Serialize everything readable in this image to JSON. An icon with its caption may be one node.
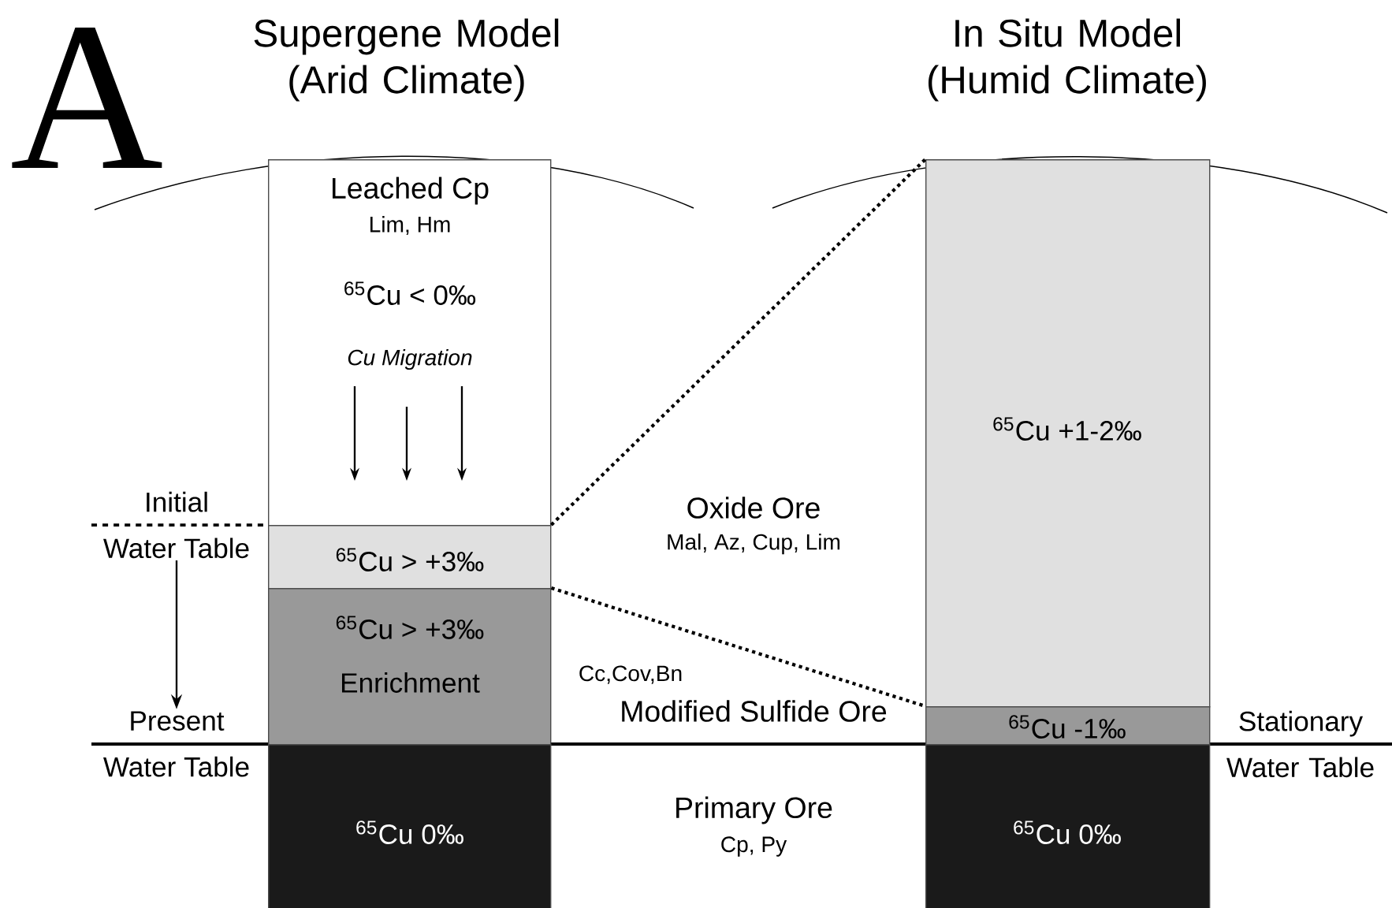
{
  "diagram": {
    "nodes": [
      {
        "text": [
          "Leached Cp",
          "Lim, Hm",
          "$^{65}$Cu < 0‰",
          "Cu Migration"
        ]
      },
      {
        "text": [
          "$^{65}$Cu > +3‰"
        ]
      },
      {
        "text": [
          "$^{65}$Cu > +3‰",
          "Enrichment"
        ]
      },
      {
        "text": [
          "$^{65}$Cu 0‰"
        ]
      },
      {
        "text": [
          "$^{65}$Cu +1-2‰"
        ]
      },
      {
        "text": [
          "$^{65}$Cu -1‰"
        ]
      },
      {
        "text": [
          "$^{65}$Cu 0‰"
        ]
      },
      {
        "text": [
          "Initial",
          "Water Table"
        ]
      },
      {
        "text": [
          "Present",
          "Water Table"
        ]
      }
    ],
    "edges": [
      {
        "from": 1,
        "to": 4,
        "arrow": "none",
        "style": "dashed"
      },
      {
        "from": 2,
        "to": 5,
        "arrow": "none",
        "style": "dashed"
      },
      {
        "from": 7,
        "to": 8,
        "arrow": "to"
      }
    ],
    "labels": [
      "A",
      "Supergene Model (Arid Climate)",
      "In Situ Model (Humid Climate)",
      "Oxide Ore",
      "Mal, Az, Cup, Lim",
      "Cc,Cov,Bn",
      "Modified Sulfide Ore",
      "Stationary Water Table",
      "Primary Ore",
      "Cp, Py"
    ]
  }
}
